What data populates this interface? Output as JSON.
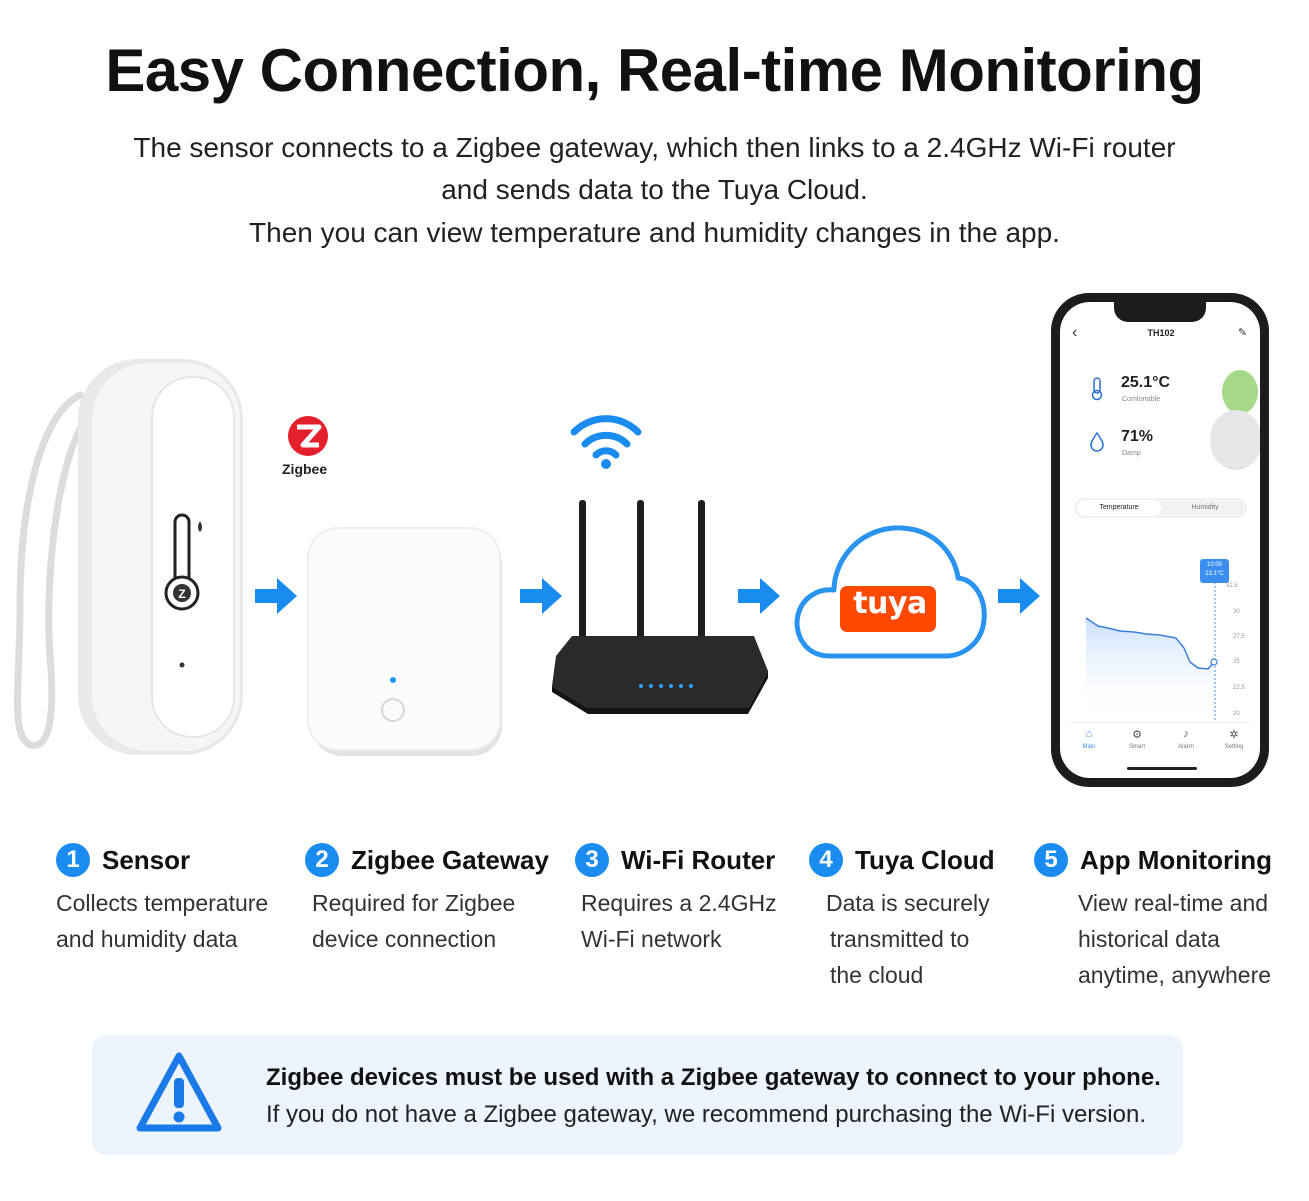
{
  "header": {
    "title": "Easy Connection, Real-time Monitoring",
    "subtitle_line1": "The sensor connects to a Zigbee gateway, which then links to a 2.4GHz Wi-Fi router",
    "subtitle_line2": "and sends data to the Tuya Cloud.",
    "subtitle_line3": "Then you can view temperature and humidity changes in the app."
  },
  "zigbee_logo": {
    "label": "Zigbee",
    "color": "#e5202e"
  },
  "tuya_logo": {
    "label": "tuya",
    "color": "#ff4800"
  },
  "accent_color": "#1a8cf0",
  "steps": [
    {
      "num": "1",
      "title": "Sensor",
      "desc": [
        "Collects temperature",
        "and humidity data"
      ]
    },
    {
      "num": "2",
      "title": "Zigbee Gateway",
      "desc": [
        "Required for Zigbee",
        "device connection"
      ]
    },
    {
      "num": "3",
      "title": "Wi-Fi Router",
      "desc": [
        "Requires a 2.4GHz",
        "Wi-Fi network"
      ]
    },
    {
      "num": "4",
      "title": "Tuya Cloud",
      "desc": [
        "Data is securely",
        "transmitted to",
        "the cloud"
      ]
    },
    {
      "num": "5",
      "title": "App Monitoring",
      "desc": [
        "View real-time and",
        "historical data",
        "anytime, anywhere"
      ]
    }
  ],
  "warning": {
    "bold": "Zigbee devices must be used with a Zigbee gateway to connect to your phone.",
    "text": "If you do not have a Zigbee gateway, we recommend purchasing the Wi-Fi version."
  },
  "phone_app": {
    "device_name": "TH102",
    "temperature": "25.1°C",
    "temperature_status": "Comfortable",
    "humidity": "71%",
    "humidity_status": "Damp",
    "tabs": [
      "Temperature",
      "Humidity"
    ],
    "tooltip_time": "10:00",
    "tooltip_value": "23.1°C",
    "y_ticks": [
      "32.5",
      "30",
      "27.5",
      "25",
      "22.5",
      "20"
    ],
    "nav": [
      "Main",
      "Smart",
      "Alarm",
      "Setting"
    ]
  }
}
